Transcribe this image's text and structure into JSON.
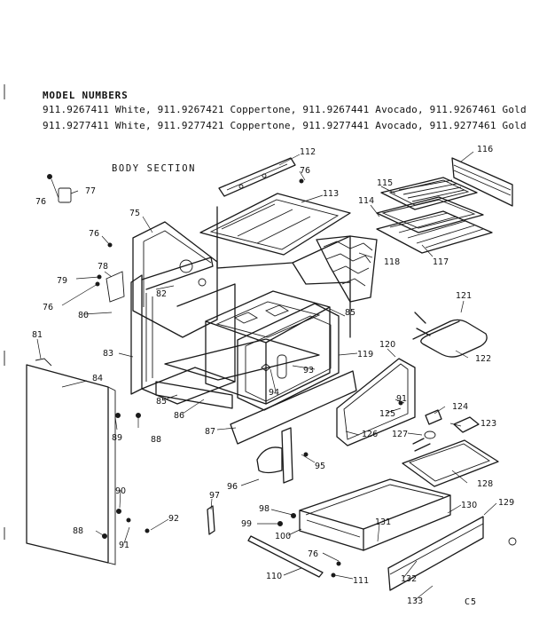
{
  "header": {
    "title": "MODEL NUMBERS",
    "rows": [
      "911.9267411 White, 911.9267421 Coppertone, 911.9267441 Avocado, 911.9267461 Gold",
      "911.9277411 White, 911.9277421 Coppertone, 911.9277441 Avocado, 911.9277461 Gold"
    ]
  },
  "section_title": "BODY SECTION",
  "sheet_code": "C5",
  "callouts": [
    "112",
    "76",
    "116",
    "115",
    "113",
    "114",
    "117",
    "118",
    "77",
    "76",
    "75",
    "76",
    "78",
    "79",
    "82",
    "76",
    "80",
    "85",
    "121",
    "120",
    "122",
    "81",
    "83",
    "84",
    "93",
    "119",
    "91",
    "124",
    "125",
    "123",
    "94",
    "85",
    "86",
    "87",
    "89",
    "88",
    "127",
    "126",
    "95",
    "128",
    "96",
    "90",
    "97",
    "92",
    "88",
    "91",
    "98",
    "99",
    "100",
    "131",
    "130",
    "129",
    "76",
    "110",
    "111",
    "132",
    "133"
  ]
}
